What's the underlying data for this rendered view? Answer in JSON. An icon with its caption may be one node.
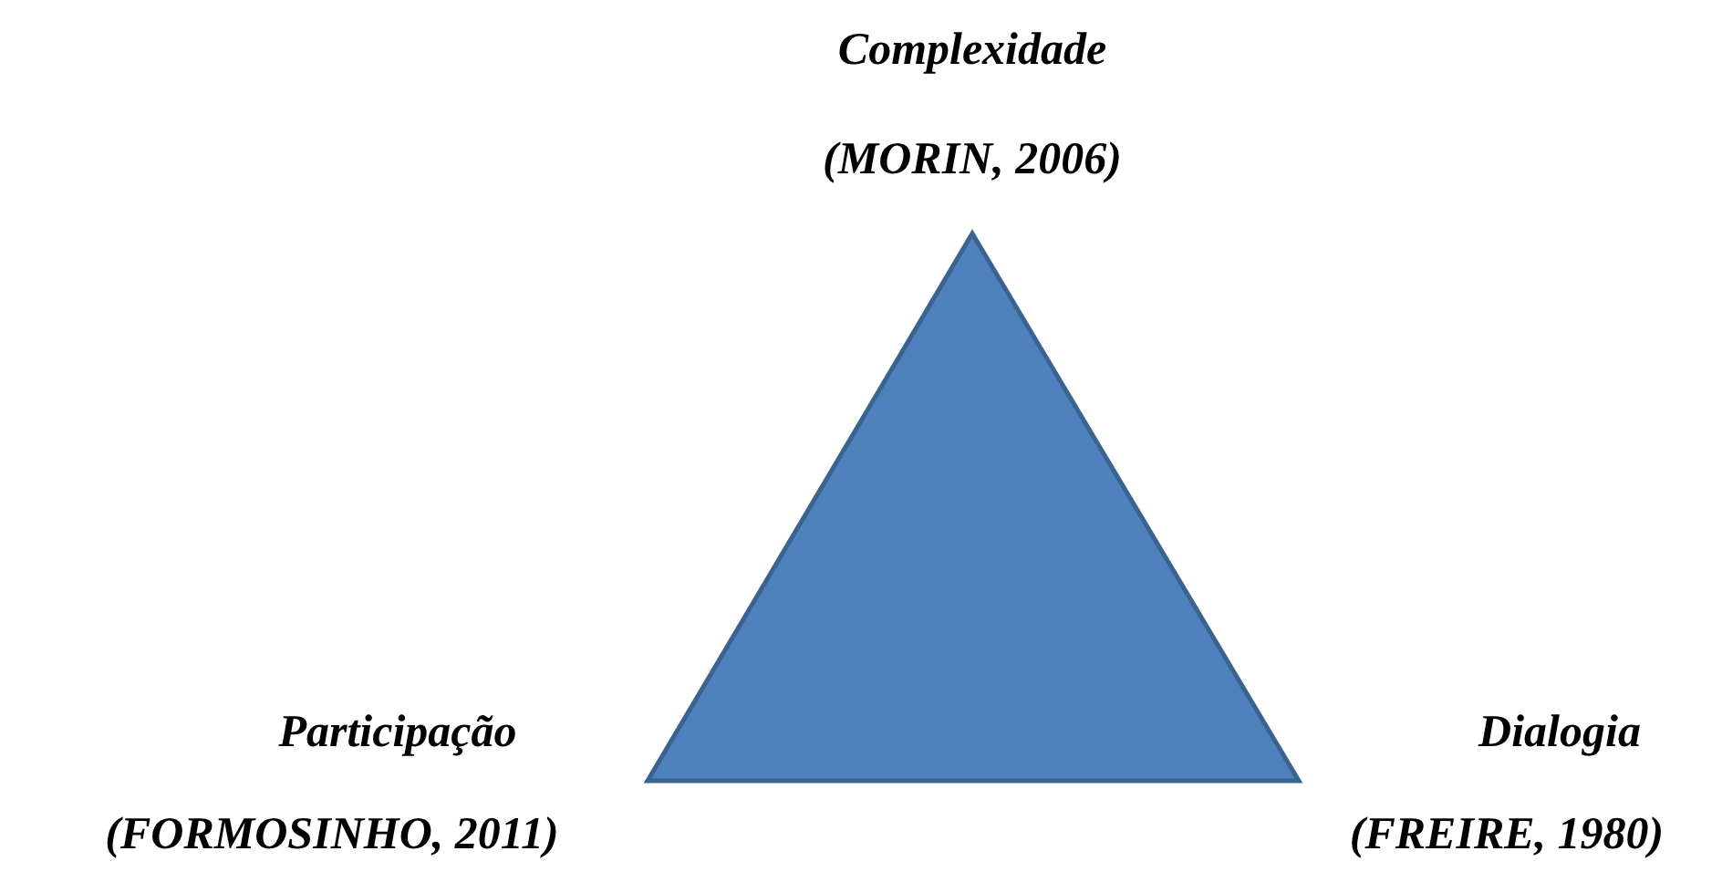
{
  "diagram": {
    "labels": [
      "Complexidade",
      "(MORIN, 2006)",
      "Participação",
      "Dialogia",
      "(FORMOSINHO, 2011)",
      "(FREIRE, 1980)"
    ]
  }
}
